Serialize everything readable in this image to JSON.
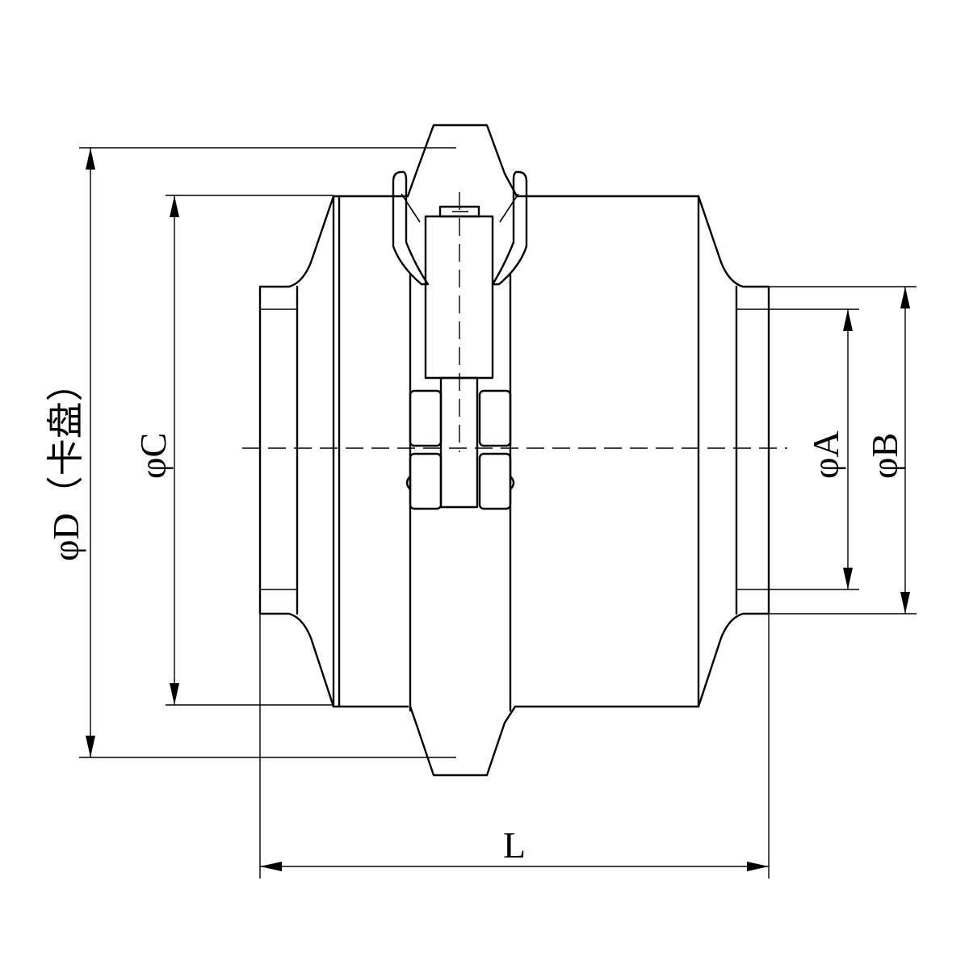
{
  "labels": {
    "dim_d": "φD（卡盘）",
    "dim_c": "φC",
    "dim_a": "φA",
    "dim_b": "φB",
    "dim_l": "L"
  },
  "colors": {
    "line": "#000000",
    "background": "#ffffff"
  }
}
